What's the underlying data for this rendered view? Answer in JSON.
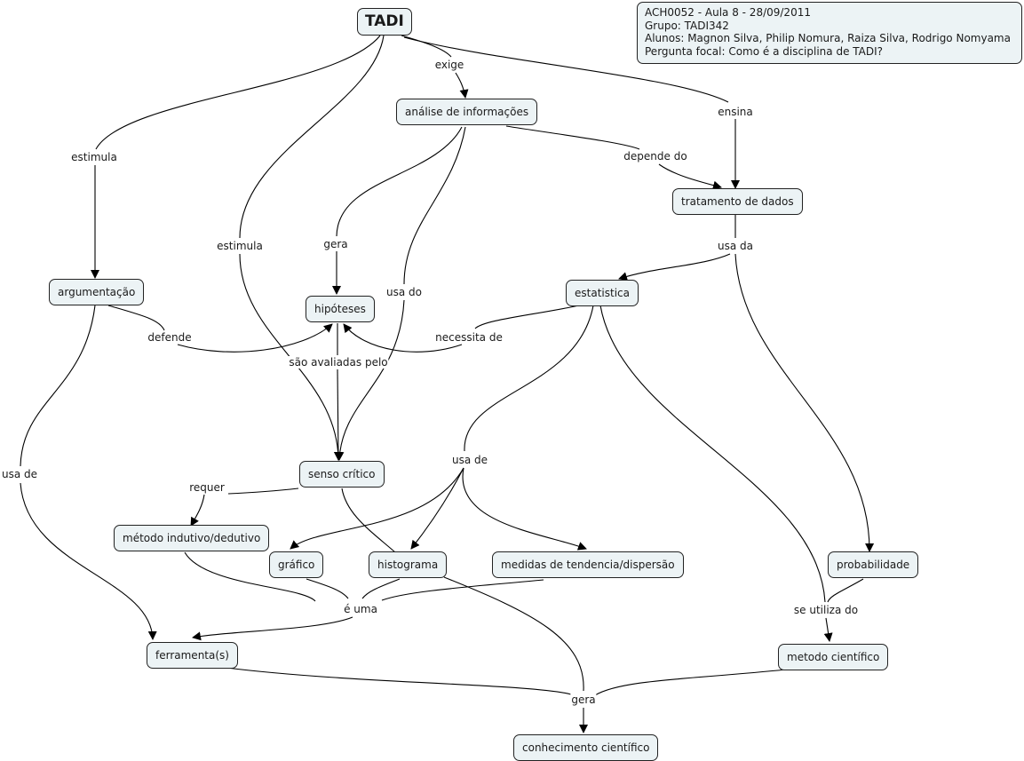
{
  "info_box": {
    "line1": "ACH0052 - Aula 8 - 28/09/2011",
    "line2": "Grupo: TADI342",
    "line3": "Alunos: Magnon Silva, Philip Nomura, Raiza Silva, Rodrigo Nomyama",
    "line4": "Pergunta focal: Como é a disciplina de TADI?"
  },
  "concepts": {
    "tadi": "TADI",
    "analise": "análise de informações",
    "tratamento": "tratamento de dados",
    "argumentacao": "argumentação",
    "hipoteses": "hipóteses",
    "estatistica": "estatistica",
    "senso": "senso crítico",
    "metodo_ind": "método indutivo/dedutivo",
    "grafico": "gráfico",
    "histograma": "histograma",
    "medidas": "medidas de tendencia/dispersão",
    "probabilidade": "probabilidade",
    "ferramentas": "ferramenta(s)",
    "metodo_cient": "metodo científico",
    "conhecimento": "conhecimento científico"
  },
  "linking_phrases": {
    "exige": "exige",
    "ensina": "ensina",
    "estimula_left": "estimula",
    "estimula_mid": "estimula",
    "depende_do": "depende do",
    "gera_top": "gera",
    "usa_do": "usa do",
    "usa_da": "usa da",
    "defende": "defende",
    "necessita_de": "necessita de",
    "sao_avaliadas": "são avaliadas pelo",
    "usa_de_left": "usa de",
    "usa_de_mid": "usa de",
    "requer": "requer",
    "e_uma": "é uma",
    "se_utiliza": "se utiliza do",
    "gera_bottom": "gera"
  },
  "colors": {
    "node_fill": "#ecf3f5",
    "node_border": "#222222",
    "edge": "#000000"
  }
}
